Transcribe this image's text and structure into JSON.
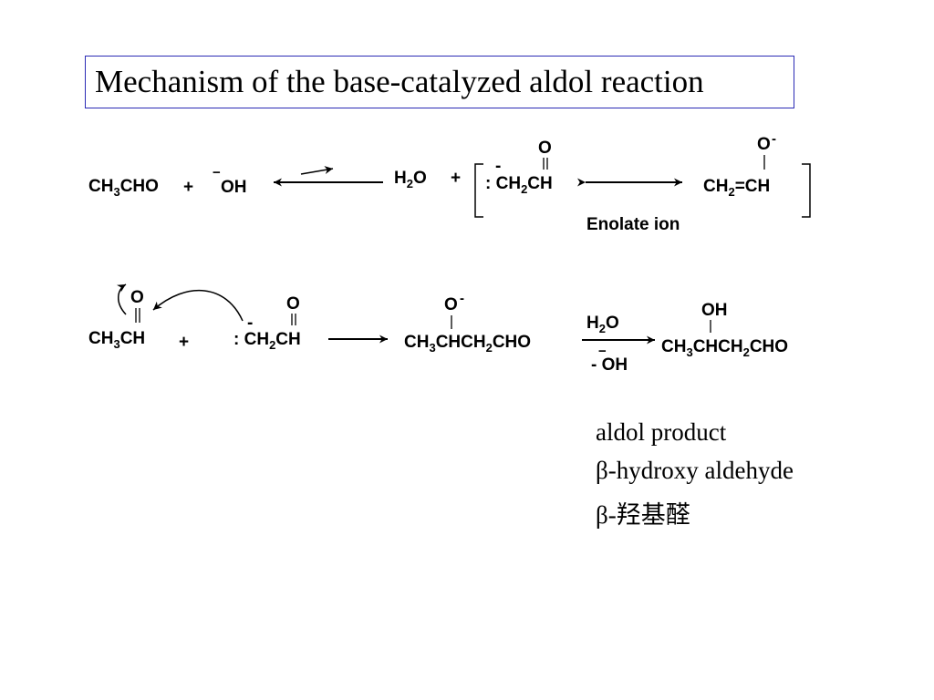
{
  "title": "Mechanism of the base-catalyzed aldol reaction",
  "row1": {
    "acetaldehyde": "CH3CHO",
    "plus1": "+",
    "hydroxide": "OH",
    "water": "H2O",
    "plus2": "+",
    "carbanion": ": CH2CH",
    "carbanion_oxygen": "O",
    "enolate": "CH2=CH",
    "enolate_oxygen": "O",
    "enolate_label": "Enolate ion"
  },
  "row2": {
    "aldehyde": "CH3CH",
    "aldehyde_oxygen": "O",
    "plus": "+",
    "carbanion": ": CH2CH",
    "carbanion_oxygen": "O",
    "alkoxide": "CH3CHCH2CHO",
    "alkoxide_oxygen": "O",
    "reagent_top": "H2O",
    "reagent_bottom": "- OH",
    "product": "CH3CHCH2CHO",
    "product_oh": "OH"
  },
  "notes": [
    "aldol product",
    "β-hydroxy aldehyde",
    "β-羟基醛"
  ]
}
